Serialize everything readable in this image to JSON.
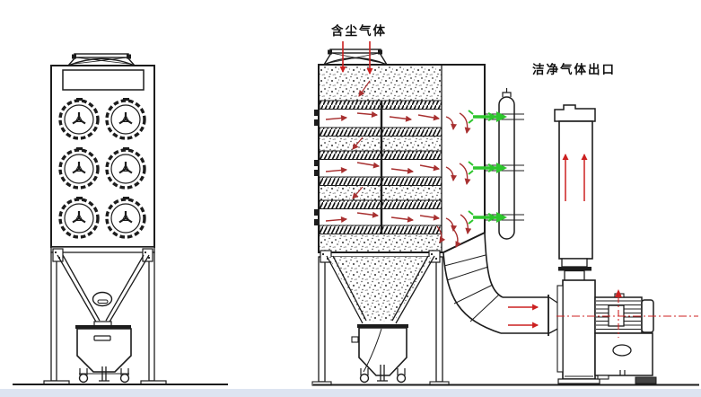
{
  "diagram": {
    "type": "technical-line-drawing",
    "subject": "cartridge filter dust collector system, front elevation and side flow schematic",
    "labels": {
      "inlet": "含尘气体",
      "outlet": "洁净气体出口"
    },
    "colors": {
      "ink": "#1c1c1c",
      "gas_flow_arrow": "#a83030",
      "bright_flow_arrow": "#cc2020",
      "pulse_air_arrow": "#2dc52d",
      "axis_centerline": "#cc2222",
      "footer_band": "#dde4f1",
      "canvas": "#ffffff"
    },
    "views": {
      "left": "front view of dust collector cabinet with 6 cartridge access doors, hopper and dust cart",
      "right": "side view with filter layers, gas flow arrows, pulse-air manifold, stack, elbow duct, centrifugal fan and motor"
    }
  }
}
